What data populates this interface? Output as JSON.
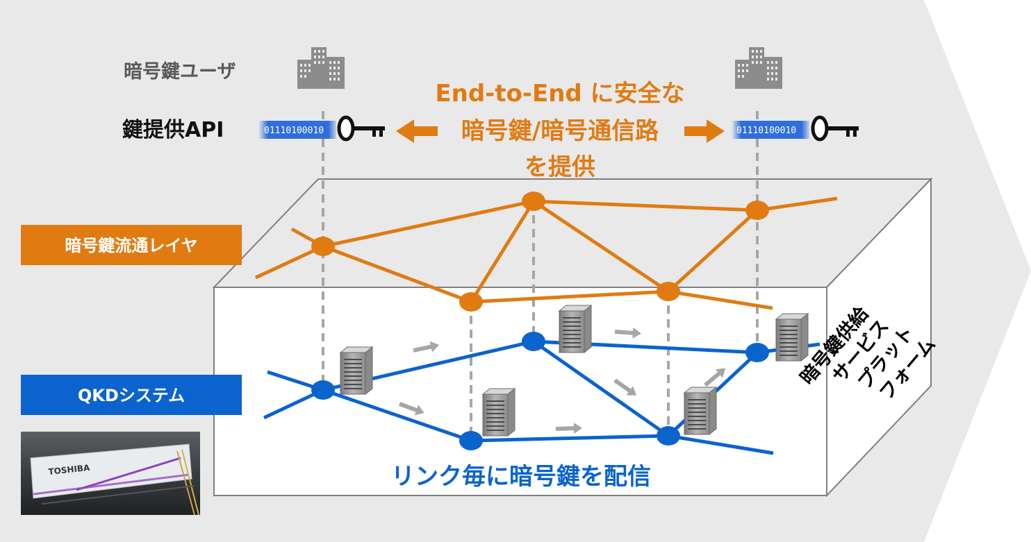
{
  "diagram": {
    "user_label": "暗号鍵ユーザ",
    "api_label": "鍵提供API",
    "center_text": [
      "End-to-End に安全な",
      "暗号鍵/暗号通信路",
      "を提供"
    ],
    "key_distribution_layer_label": "暗号鍵流通レイヤ",
    "qkd_system_label": "QKDシステム",
    "link_text": "リンク毎に暗号鍵を配信",
    "platform_label": [
      "暗号鍵供給",
      "サービス",
      "プラット",
      "フォーム"
    ],
    "key_bits": "01110100010",
    "device_brand": "TOSHIBA",
    "icons": [
      "building-icon",
      "key-icon",
      "binary-strip-icon",
      "server-icon",
      "arrow-icon"
    ],
    "colors": {
      "background_arrow": "#E9E9E9",
      "key_layer": "#E07B12",
      "qkd_layer": "#0B63CE",
      "guide_lines": "#A6A6A6",
      "building": "#8C8C8C"
    }
  }
}
